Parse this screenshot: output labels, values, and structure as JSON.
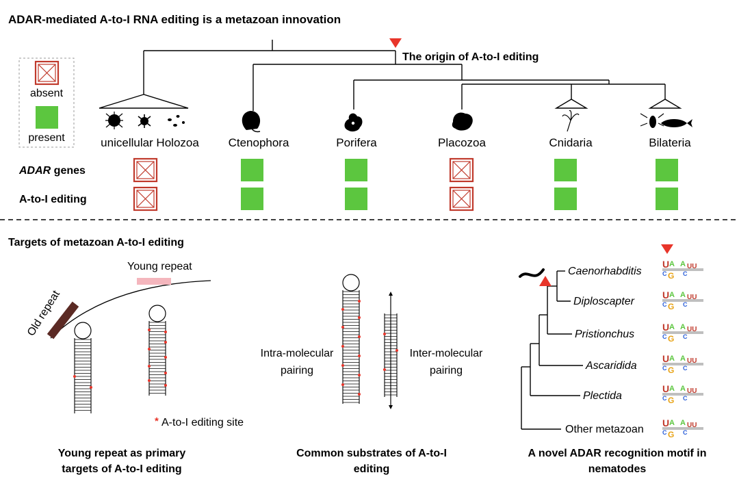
{
  "top_panel": {
    "title": "ADAR-mediated A-to-I RNA editing is a metazoan innovation",
    "origin_label": "The origin of A-to-I editing",
    "legend": {
      "absent": "absent",
      "present": "present"
    },
    "taxa": [
      "unicellular Holozoa",
      "Ctenophora",
      "Porifera",
      "Placozoa",
      "Cnidaria",
      "Bilateria"
    ],
    "rows": [
      {
        "label_italic": "ADAR",
        "label_rest": " genes",
        "states": [
          "absent",
          "present",
          "present",
          "absent",
          "present",
          "present"
        ]
      },
      {
        "label_italic": "",
        "label_rest": "A-to-I editing",
        "states": [
          "absent",
          "present",
          "present",
          "absent",
          "present",
          "present"
        ]
      }
    ],
    "colors": {
      "present": "#5cc63f",
      "absent_border": "#c0392b",
      "marker": "#e8352a"
    }
  },
  "bottom_panel": {
    "title": "Targets of metazoan A-to-I editing",
    "repeats": {
      "young_label": "Young repeat",
      "old_label": "Old repeat",
      "site_legend": "A-to-I editing site",
      "caption_line1": "Young repeat as primary",
      "caption_line2": "targets of A-to-I editing"
    },
    "substrates": {
      "intra_line1": "Intra-molecular",
      "intra_line2": "pairing",
      "inter_line1": "Inter-molecular",
      "inter_line2": "pairing",
      "caption_line1": "Common substrates of A-to-I",
      "caption_line2": "editing"
    },
    "nematodes": {
      "taxa": [
        "Caenorhabditis",
        "Diploscapter",
        "Pristionchus",
        "Ascaridida",
        "Plectida"
      ],
      "other": "Other metazoan",
      "caption_line1": "A novel ADAR recognition motif in",
      "caption_line2": "nematodes"
    }
  }
}
